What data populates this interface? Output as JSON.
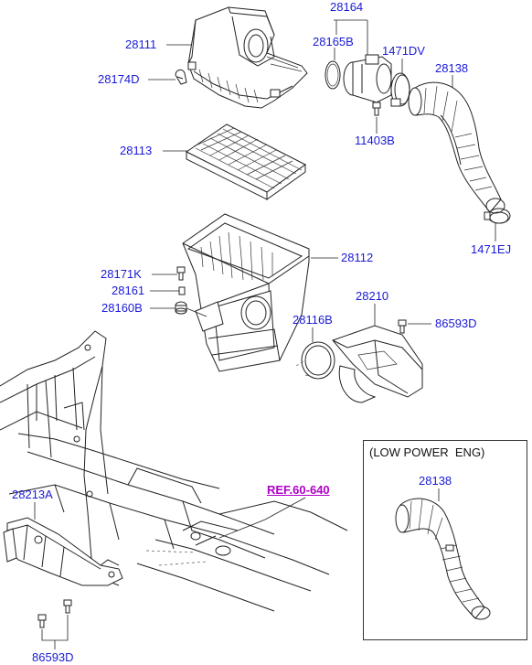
{
  "labels": {
    "p28164": "28164",
    "p28111": "28111",
    "p28165B": "28165B",
    "p1471DV": "1471DV",
    "p28138_top": "28138",
    "p28174D": "28174D",
    "p11403B": "11403B",
    "p28113": "28113",
    "p28112": "28112",
    "p1471EJ": "1471EJ",
    "p28171K": "28171K",
    "p28210": "28210",
    "p28161": "28161",
    "p28160B": "28160B",
    "p28116B": "28116B",
    "p86593D_right": "86593D",
    "p28213A": "28213A",
    "ref": "REF.60-640",
    "p28138_inset": "28138",
    "p86593D_bottom": "86593D"
  },
  "inset": {
    "title": "(LOW POWER  ENG)"
  },
  "colors": {
    "label": "#1a1ad6",
    "ref_link": "#b100c8",
    "line": "#222222"
  }
}
